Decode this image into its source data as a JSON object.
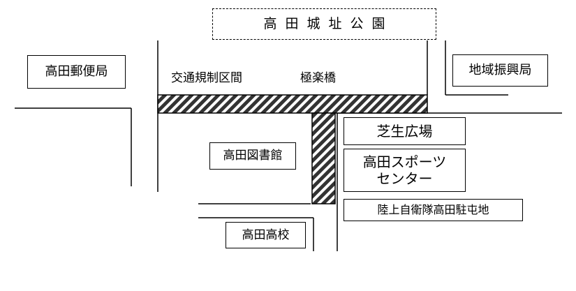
{
  "title": "高田城址公園",
  "landmarks": {
    "post_office": "高田郵便局",
    "regional_office": "地域振興局",
    "library": "高田図書館",
    "lawn_plaza": "芝生広場",
    "sports_center_line1": "高田スポーツ",
    "sports_center_line2": "センター",
    "sdf_camp": "陸上自衛隊高田駐屯地",
    "high_school": "高田高校"
  },
  "labels": {
    "traffic_restriction": "交通規制区間",
    "bridge": "極楽橋"
  },
  "colors": {
    "hatch": "#333333",
    "background": "#ffffff",
    "line": "#000000"
  }
}
